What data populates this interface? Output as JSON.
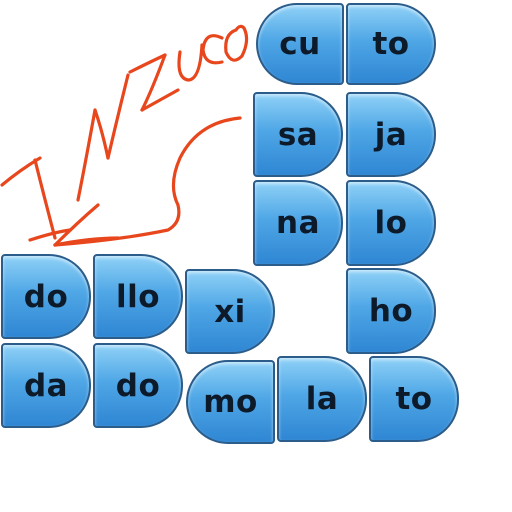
{
  "tiles": [
    {
      "id": "cu",
      "label": "cu"
    },
    {
      "id": "to-top",
      "label": "to"
    },
    {
      "id": "sa",
      "label": "sa"
    },
    {
      "id": "ja",
      "label": "ja"
    },
    {
      "id": "na",
      "label": "na"
    },
    {
      "id": "lo",
      "label": "lo"
    },
    {
      "id": "do-1",
      "label": "do"
    },
    {
      "id": "llo",
      "label": "llo"
    },
    {
      "id": "xi",
      "label": "xi"
    },
    {
      "id": "ho",
      "label": "ho"
    },
    {
      "id": "da",
      "label": "da"
    },
    {
      "id": "do-2",
      "label": "do"
    },
    {
      "id": "mo",
      "label": "mo"
    },
    {
      "id": "la",
      "label": "la"
    },
    {
      "id": "to-bottom",
      "label": "to"
    }
  ],
  "annotation": {
    "text": "INZUCO",
    "color": "#e8471d"
  }
}
